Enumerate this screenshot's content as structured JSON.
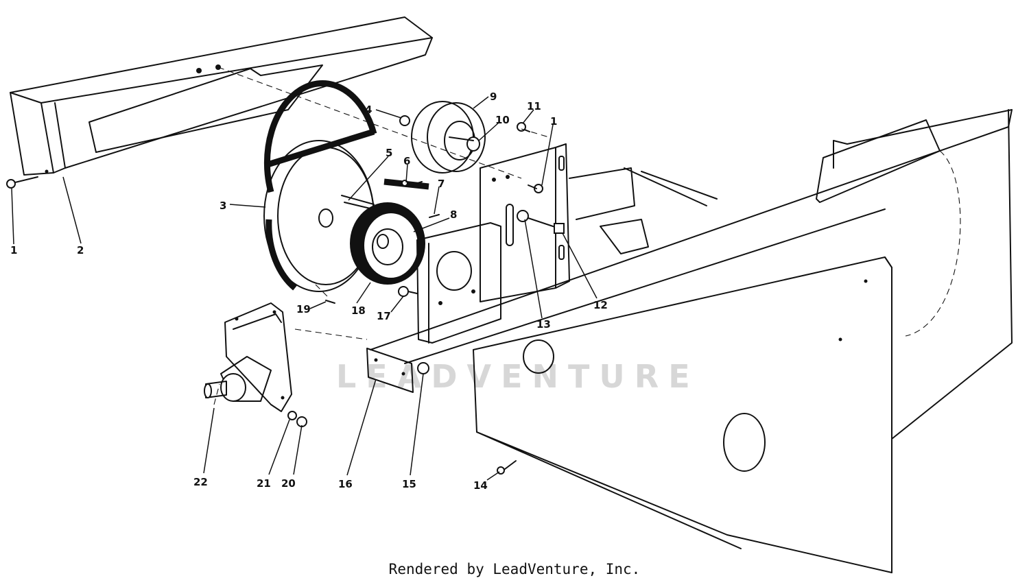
{
  "diagram": {
    "callouts": [
      {
        "id": "c1a",
        "label": "1"
      },
      {
        "id": "c2",
        "label": "2"
      },
      {
        "id": "c3",
        "label": "3"
      },
      {
        "id": "c4",
        "label": "4"
      },
      {
        "id": "c5",
        "label": "5"
      },
      {
        "id": "c6",
        "label": "6"
      },
      {
        "id": "c7",
        "label": "7"
      },
      {
        "id": "c8",
        "label": "8"
      },
      {
        "id": "c9",
        "label": "9"
      },
      {
        "id": "c10",
        "label": "10"
      },
      {
        "id": "c11",
        "label": "11"
      },
      {
        "id": "c1b",
        "label": "1"
      },
      {
        "id": "c12",
        "label": "12"
      },
      {
        "id": "c13",
        "label": "13"
      },
      {
        "id": "c14",
        "label": "14"
      },
      {
        "id": "c15",
        "label": "15"
      },
      {
        "id": "c16",
        "label": "16"
      },
      {
        "id": "c17",
        "label": "17"
      },
      {
        "id": "c18",
        "label": "18"
      },
      {
        "id": "c19",
        "label": "19"
      },
      {
        "id": "c20",
        "label": "20"
      },
      {
        "id": "c21",
        "label": "21"
      },
      {
        "id": "c22",
        "label": "22"
      }
    ],
    "watermark": "LEADVENTURE",
    "footer": "Rendered by LeadVenture, Inc."
  }
}
